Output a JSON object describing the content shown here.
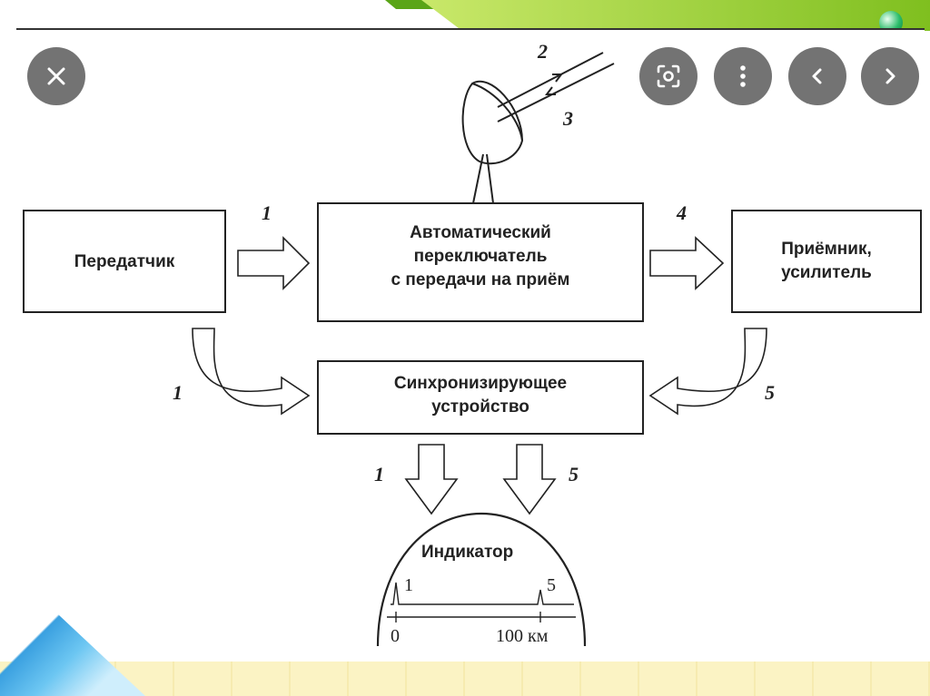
{
  "blocks": {
    "transmitter": "Передатчик",
    "switch_line1": "Автоматический",
    "switch_line2": "переключатель",
    "switch_line3": "с передачи на приём",
    "receiver_line1": "Приёмник,",
    "receiver_line2": "усилитель",
    "sync_line1": "Синхронизирующее",
    "sync_line2": "устройство",
    "indicator": "Индикатор"
  },
  "signal_labels": {
    "antenna_out": "2",
    "antenna_in": "3",
    "tx_to_switch": "1",
    "switch_to_rx": "4",
    "tx_to_sync": "1",
    "rx_to_sync": "5",
    "sync_to_ind_left": "1",
    "sync_to_ind_right": "5"
  },
  "indicator_scale": {
    "pulse_left": "1",
    "pulse_right": "5",
    "tick_start": "0",
    "tick_end": "100 км"
  },
  "viewer_controls": {
    "close": "close-icon",
    "lens": "lens-icon",
    "more": "more-icon",
    "prev": "chevron-left-icon",
    "next": "chevron-right-icon"
  }
}
